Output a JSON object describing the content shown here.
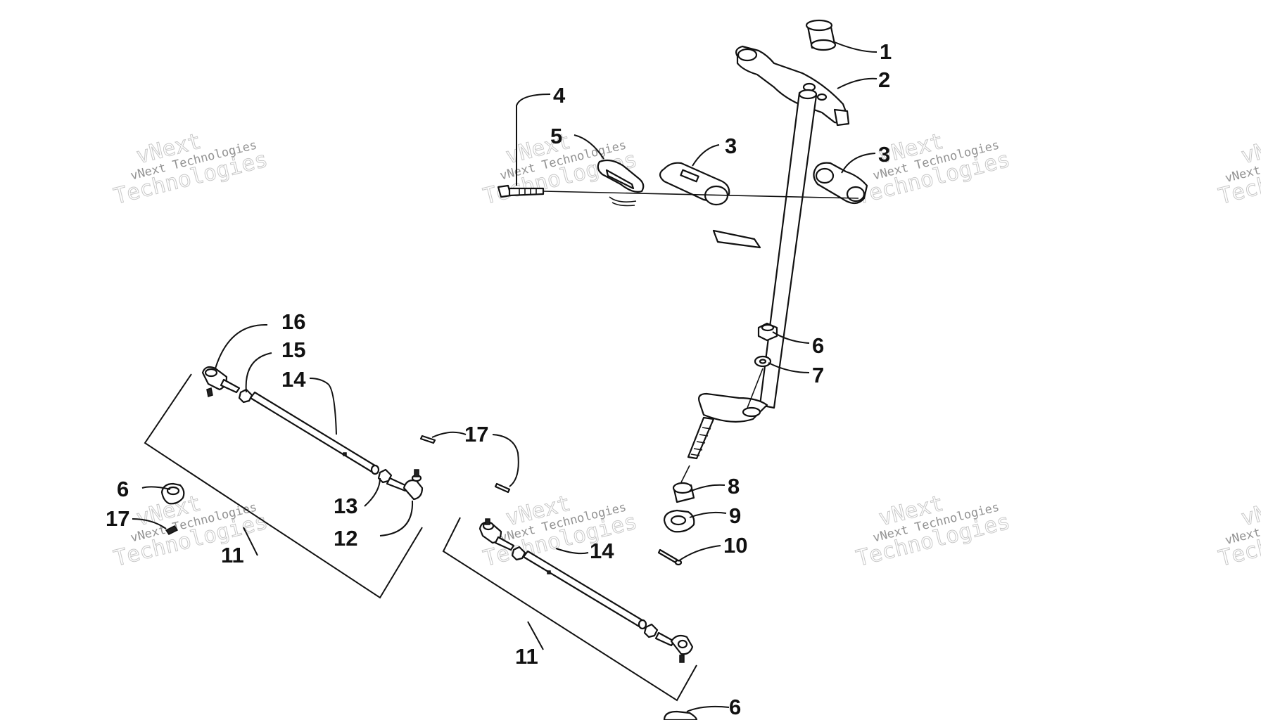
{
  "watermark": {
    "line_small": "vNext Technologies",
    "word_top": "vNext",
    "word_bottom": "Technologies"
  },
  "callouts": {
    "c1": "1",
    "c2": "2",
    "c3a": "3",
    "c3b": "3",
    "c4": "4",
    "c5": "5",
    "c6a": "6",
    "c6b": "6",
    "c6c": "6",
    "c7": "7",
    "c8": "8",
    "c9": "9",
    "c10": "10",
    "c11a": "11",
    "c11b": "11",
    "c12": "12",
    "c13": "13",
    "c14a": "14",
    "c14b": "14",
    "c15": "15",
    "c16": "16",
    "c17a": "17",
    "c17b": "17"
  }
}
